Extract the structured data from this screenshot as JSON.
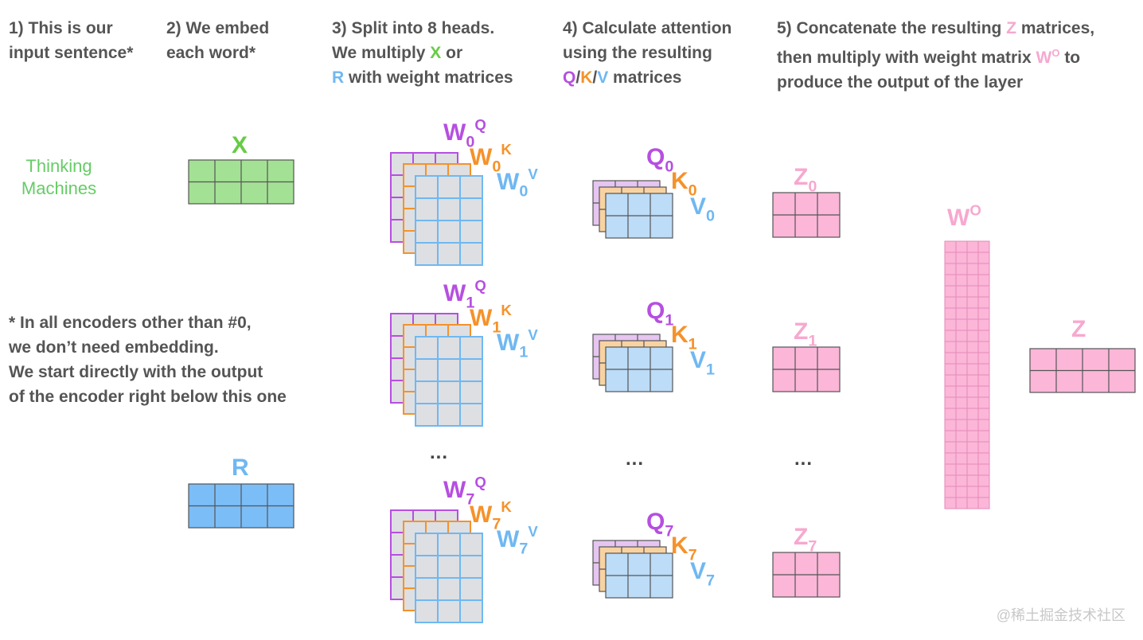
{
  "steps": [
    {
      "lines": [
        [
          "1) This is our"
        ],
        [
          "input sentence*"
        ]
      ]
    },
    {
      "lines": [
        [
          "2) We embed"
        ],
        [
          "each word*"
        ]
      ]
    },
    {
      "lines": [
        [
          "3) Split into 8 heads."
        ],
        [
          "We multiply ",
          {
            "t": "X",
            "c": "green"
          },
          " or"
        ],
        [
          {
            "t": "R",
            "c": "blue"
          },
          " with weight matrices"
        ]
      ]
    },
    {
      "lines": [
        [
          "4) Calculate attention"
        ],
        [
          "using the resulting"
        ],
        [
          {
            "t": "Q",
            "c": "purple"
          },
          "/",
          {
            "t": "K",
            "c": "orange"
          },
          "/",
          {
            "t": "V",
            "c": "blue"
          },
          " matrices"
        ]
      ]
    },
    {
      "lines": [
        [
          "5) Concatenate the resulting ",
          {
            "t": "Z",
            "c": "pink"
          },
          " matrices,"
        ],
        [
          "then multiply with weight matrix ",
          {
            "t": "W",
            "c": "pink",
            "sup": "O"
          },
          " to"
        ],
        [
          "produce the output of the layer"
        ]
      ]
    }
  ],
  "sentence": [
    "Thinking",
    "Machines"
  ],
  "note": [
    "* In all encoders other than #0,",
    "we don’t need embedding.",
    "We start directly with the output",
    "of the encoder right below this one"
  ],
  "labels": {
    "x": "X",
    "r": "R",
    "wo_base": "W",
    "wo_sup": "O",
    "z_out": "Z"
  },
  "heads": [
    {
      "index": "0",
      "wq": "W",
      "q": "Q",
      "k": "K",
      "v": "V",
      "z": "Z"
    },
    {
      "index": "1",
      "wq": "W",
      "q": "Q",
      "k": "K",
      "v": "V",
      "z": "Z"
    },
    {
      "index": "7",
      "wq": "W",
      "q": "Q",
      "k": "K",
      "v": "V",
      "z": "Z"
    }
  ],
  "sup": {
    "q": "Q",
    "k": "K",
    "v": "V"
  },
  "ellipsis": "...",
  "watermark": "@稀土掘金技术社区",
  "colors": {
    "text": "#555555",
    "green": "#66cc44",
    "green_fill": "#a3e194",
    "blue": "#6fb8f2",
    "blue_fill": "#7bbdf7",
    "purple": "#b64fe0",
    "purple_fill": "#e6c5f1",
    "orange": "#f5922a",
    "orange_fill": "#f8d3a2",
    "light_blue_fill": "#bcdcf7",
    "gray_fill": "#dedfe2",
    "pink": "#f7a8cf",
    "pink_fill": "#fbb6d8"
  }
}
